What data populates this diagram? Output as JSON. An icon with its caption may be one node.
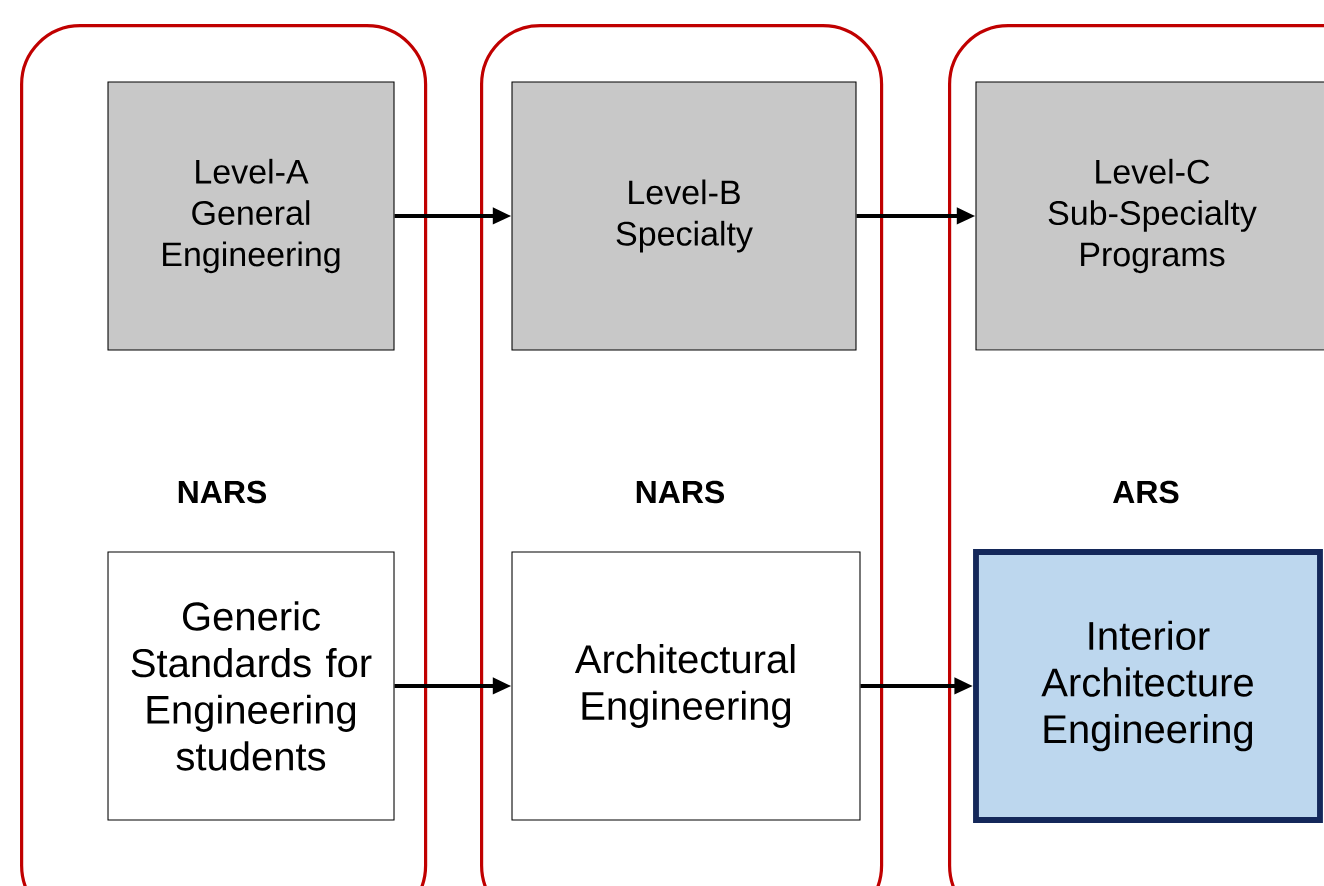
{
  "diagram": {
    "nodes": [
      {
        "text": [
          "NARS"
        ]
      },
      {
        "text": [
          "Level-A General Engineering"
        ],
        "in": 0
      },
      {
        "text": [
          "Generic Standards for Engineering students"
        ],
        "in": 0
      },
      {
        "text": [
          "NARS"
        ]
      },
      {
        "text": [
          "Level-B Specialty"
        ],
        "in": 3
      },
      {
        "text": [
          "Architectural Engineering"
        ],
        "in": 3
      },
      {
        "text": [
          "ARS"
        ]
      },
      {
        "text": [
          "Level-C Sub-Specialty Programs"
        ],
        "in": 6
      },
      {
        "text": [
          "Interior Architecture Engineering"
        ],
        "in": 6
      }
    ],
    "edges": [
      {
        "from": 1,
        "to": 4,
        "arrow": "to"
      },
      {
        "from": 4,
        "to": 7,
        "arrow": "to"
      },
      {
        "from": 2,
        "to": 5,
        "arrow": "to"
      },
      {
        "from": 5,
        "to": 8,
        "arrow": "to"
      }
    ]
  }
}
